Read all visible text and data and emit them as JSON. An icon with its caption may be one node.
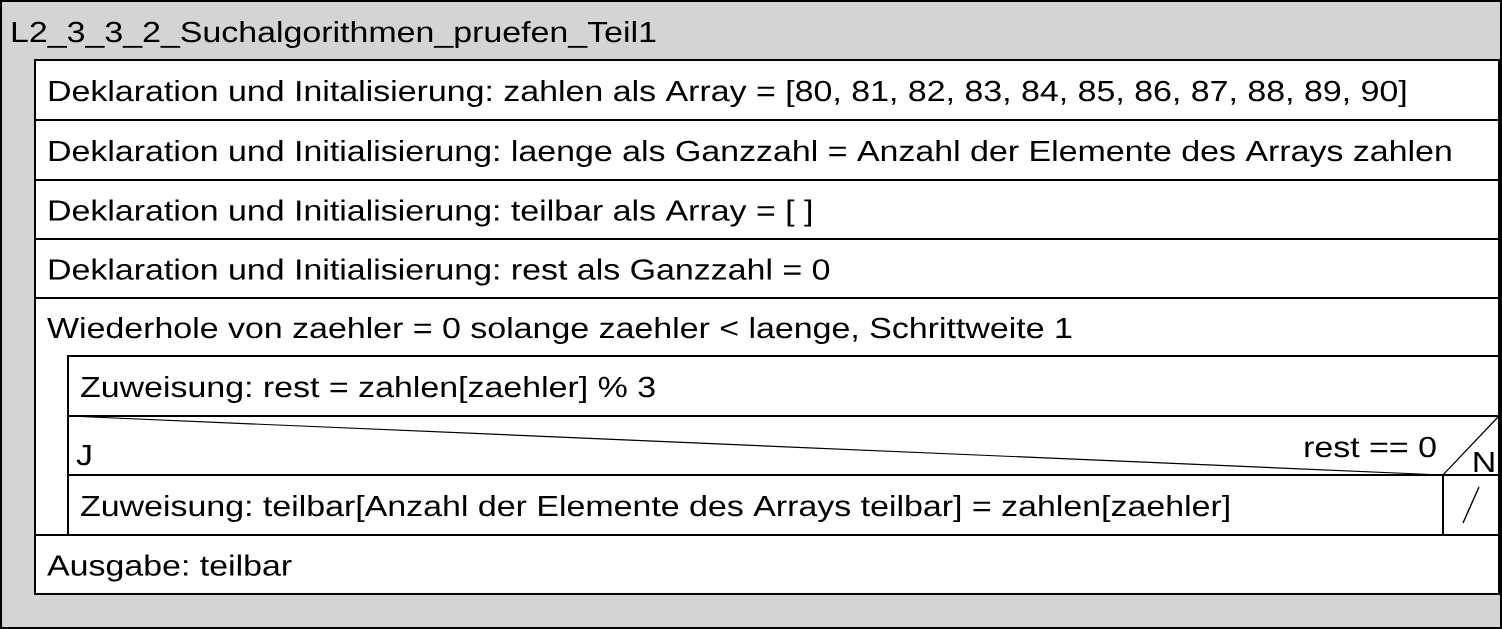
{
  "diagram": {
    "nodes": [
      {
        "text": [
          "L2_3_3_2_Suchalgorithmen_pruefen_Teil1"
        ]
      },
      {
        "text": [
          "Deklaration und Initalisierung: zahlen als Array = [80, 81, 82, 83, 84, 85, 86, 87, 88, 89, 90]"
        ],
        "in": 0
      },
      {
        "text": [
          "Deklaration und Initialisierung: laenge als Ganzzahl = Anzahl der Elemente des Arrays zahlen"
        ],
        "in": 0
      },
      {
        "text": [
          "Deklaration und Initialisierung: teilbar als Array = [ ]"
        ],
        "in": 0
      },
      {
        "text": [
          "Deklaration und Initialisierung: rest als Ganzzahl = 0"
        ],
        "in": 0
      },
      {
        "text": [
          "Wiederhole von zaehler = 0 solange zaehler < laenge, Schrittweite 1"
        ],
        "in": 0
      },
      {
        "text": [
          "Zuweisung: rest = zahlen[zaehler] % 3"
        ],
        "in": 5
      },
      {
        "text": [
          "J",
          "rest == 0",
          "N"
        ],
        "in": 5
      },
      {
        "text": [
          "Zuweisung: teilbar[Anzahl der Elemente des Arrays teilbar] = zahlen[zaehler]"
        ],
        "in": 5
      },
      {
        "text": [],
        "shape": "box",
        "in": 5
      },
      {
        "text": [
          "Ausgabe: teilbar"
        ],
        "in": 0
      }
    ]
  }
}
